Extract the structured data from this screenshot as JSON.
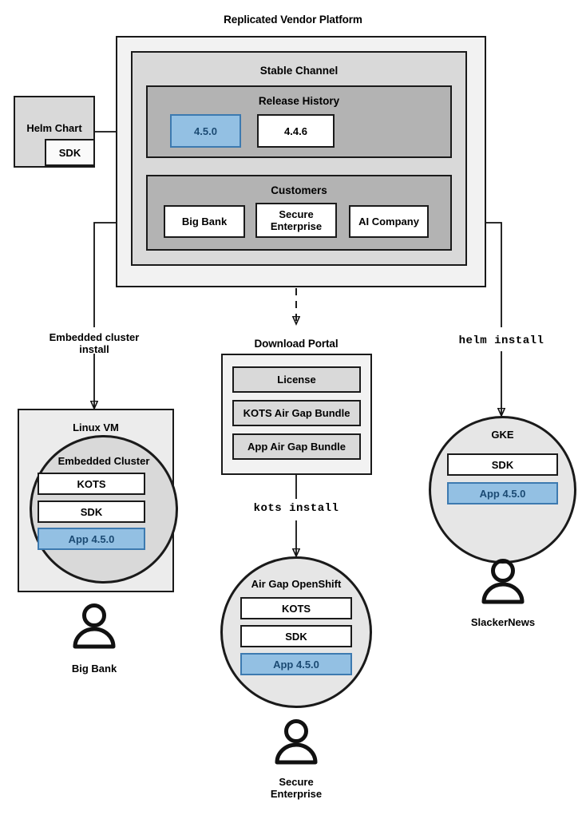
{
  "diagram": {
    "title": "Replicated Vendor Platform",
    "platform": {
      "stable_channel": {
        "title": "Stable Channel",
        "release_history": {
          "title": "Release History",
          "releases": [
            {
              "version": "4.5.0",
              "highlighted": true
            },
            {
              "version": "4.4.6",
              "highlighted": false
            }
          ]
        },
        "customers": {
          "title": "Customers",
          "items": [
            {
              "name": "Big Bank"
            },
            {
              "name": "Secure\nEnterprise"
            },
            {
              "name": "AI Company"
            }
          ]
        }
      }
    },
    "source": {
      "helm_chart": {
        "label": "Helm Chart",
        "sdk_label": "SDK"
      }
    },
    "flows": {
      "embedded_cluster_install": "Embedded cluster\ninstall",
      "kots_install": "kots install",
      "helm_install": "helm install"
    },
    "download_portal": {
      "title": "Download Portal",
      "artifacts": [
        {
          "label": "License"
        },
        {
          "label": "KOTS Air Gap Bundle"
        },
        {
          "label": "App Air Gap Bundle"
        }
      ]
    },
    "targets": [
      {
        "id": "linux-vm",
        "host_label": "Linux VM",
        "cluster_label": "Embedded Cluster",
        "components": [
          {
            "label": "KOTS",
            "highlighted": false
          },
          {
            "label": "SDK",
            "highlighted": false
          },
          {
            "label": "App 4.5.0",
            "highlighted": true
          }
        ],
        "customer": "Big Bank"
      },
      {
        "id": "air-gap-openshift",
        "host_label": "Air Gap OpenShift",
        "components": [
          {
            "label": "KOTS",
            "highlighted": false
          },
          {
            "label": "SDK",
            "highlighted": false
          },
          {
            "label": "App 4.5.0",
            "highlighted": true
          }
        ],
        "customer": "Secure\nEnterprise"
      },
      {
        "id": "gke",
        "host_label": "GKE",
        "components": [
          {
            "label": "SDK",
            "highlighted": false
          },
          {
            "label": "App 4.5.0",
            "highlighted": true
          }
        ],
        "customer": "SlackerNews"
      }
    ],
    "colors": {
      "highlight_fill": "#93c0e3",
      "highlight_border": "#3d7ab0",
      "highlight_text": "#1b4a73",
      "panel_outer": "#f2f2f2",
      "panel_mid": "#d9d9d9",
      "panel_inner": "#b3b3b3",
      "stroke": "#1a1a1a"
    }
  }
}
